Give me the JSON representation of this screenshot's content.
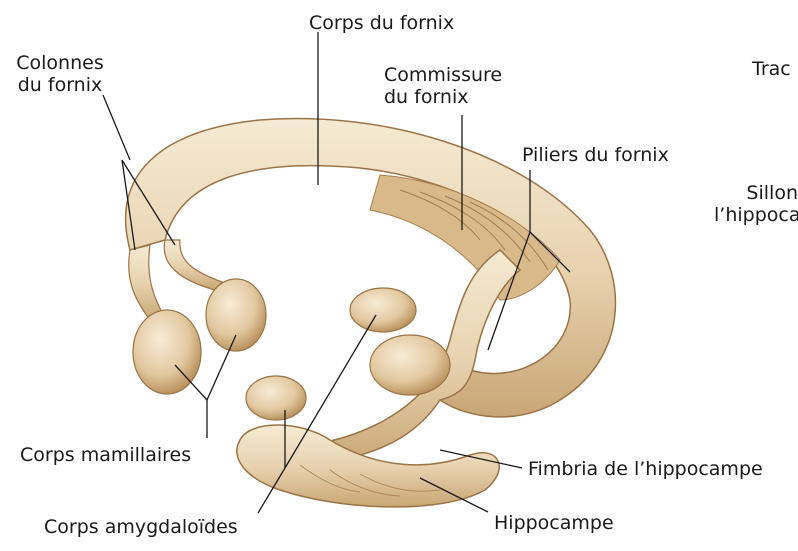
{
  "figure": {
    "labels": {
      "corps_du_fornix": "Corps du fornix",
      "colonnes_line1": "Colonnes",
      "colonnes_line2": "du fornix",
      "commissure_line1": "Commissure",
      "commissure_line2": "du fornix",
      "piliers": "Piliers du fornix",
      "corps_mamillaires": "Corps mamillaires",
      "corps_amygdaloides": "Corps amygdaloïdes",
      "fimbria": "Fimbria de l’hippocampe",
      "hippocampe": "Hippocampe",
      "tract_partial": "Trac",
      "sillon_line1": "Sillon",
      "sillon_line2": "l’hippoca"
    },
    "colors": {
      "tissue_fill": "#e8d3b0",
      "tissue_light": "#f3e6cc",
      "tissue_shadow": "#b98f5a",
      "outline": "#9a7446",
      "leader": "#1a1a1a"
    }
  }
}
